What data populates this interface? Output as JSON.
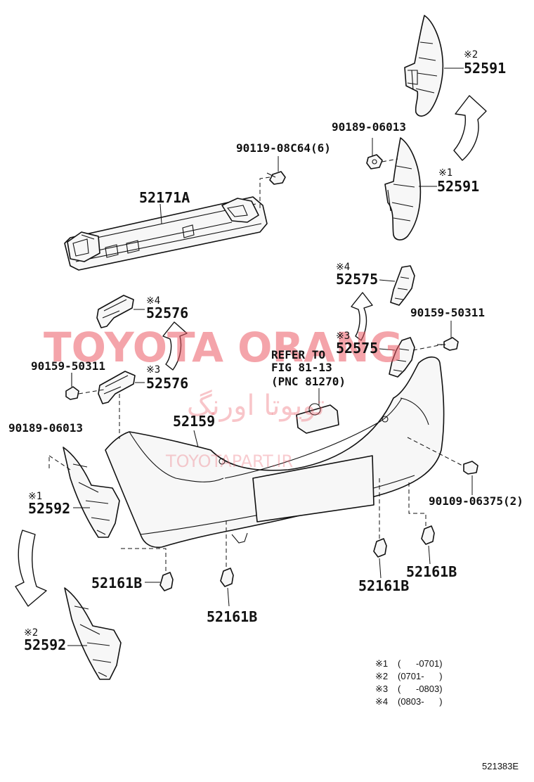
{
  "parts": {
    "p52591_upper": {
      "mark": "※2",
      "code": "52591"
    },
    "p52591_lower": {
      "mark": "※1",
      "code": "52591"
    },
    "bolt_90189_top": "90189-06013",
    "bolt_90119": "90119-08C64(6)",
    "p52171A": "52171A",
    "p52575_upper": {
      "mark": "※4",
      "code": "52575"
    },
    "p52575_lower": {
      "mark": "※3",
      "code": "52575"
    },
    "bolt_90159_right": "90159-50311",
    "p52576_upper": {
      "mark": "※4",
      "code": "52576"
    },
    "p52576_lower": {
      "mark": "※3",
      "code": "52576"
    },
    "bolt_90159_left": "90159-50311",
    "p52159": "52159",
    "bolt_90189_left": "90189-06013",
    "p52592_upper": {
      "mark": "※1",
      "code": "52592"
    },
    "p52592_lower": {
      "mark": "※2",
      "code": "52592"
    },
    "bolt_90109": "90109-06375(2)",
    "clip_right_upper": "52161B",
    "clip_right_lower": "52161B",
    "clip_left": "52161B",
    "clip_center": "52161B"
  },
  "refer": {
    "line1": "REFER TO",
    "line2": "FIG 81-13",
    "line3": "(PNC 81270)"
  },
  "legend": [
    {
      "mark": "※1",
      "range": "(      -0701)"
    },
    {
      "mark": "※2",
      "range": "(0701-      )"
    },
    {
      "mark": "※3",
      "range": "(      -0803)"
    },
    {
      "mark": "※4",
      "range": "(0803-      )"
    }
  ],
  "figure_id": "521383E",
  "watermark": {
    "main": "TOYOTA ORANG",
    "persian": "تویوتا اورنگ",
    "site": "TOYOTAPART.IR"
  }
}
